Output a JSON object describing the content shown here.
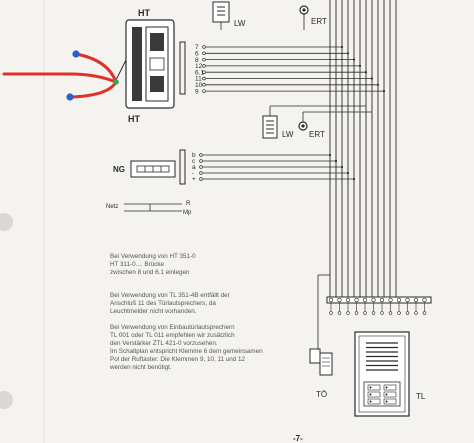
{
  "devices": {
    "ht_top": "HT",
    "ht_bottom": "HT",
    "lw_top": "LW",
    "ert_top": "ERT",
    "lw_mid": "LW",
    "ert_mid": "ERT",
    "ng": "NG",
    "to": "TÖ",
    "tl": "TL"
  },
  "ht_terminals": [
    "7",
    "6",
    "8",
    "12",
    "6.1",
    "11",
    "10",
    "9"
  ],
  "ng_terminals": [
    "b",
    "c",
    "a",
    "-",
    "+"
  ],
  "mains": {
    "netz": "Netz",
    "r": "R",
    "mp": "Mp"
  },
  "notes": [
    [
      "Bei Verwendung von HT 351-0",
      "HT 311-0.... Brücke",
      "zwischen 8 und 6.1 einlegen"
    ],
    [
      "Bei Verwendung von TL 351-4B entfällt der",
      "Anschluß 11 des Türlautsprechers, da",
      "Leuchtmelder nicht vorhanden."
    ],
    [
      "Bei Verwendung von Einbautürlautsprechern",
      "TL 001 oder TL 011 empfehlen wir zusätzlich",
      "den Verstärker ZTL 421-0 vorzusehen.",
      "Im Schaltplan entspricht Klemme 6 dem gemeinsamen",
      "Pol der Ruftaster. Die Klemmen 9, 10, 11 und 12",
      "werden nicht benötigt."
    ]
  ],
  "page_number": "-7-",
  "colors": {
    "paper": "#f4f3ef",
    "ink": "#2a2a2a",
    "annotation_red": "#e0302a",
    "annotation_blue": "#2e5ec8",
    "annotation_green": "#3aa84a"
  }
}
